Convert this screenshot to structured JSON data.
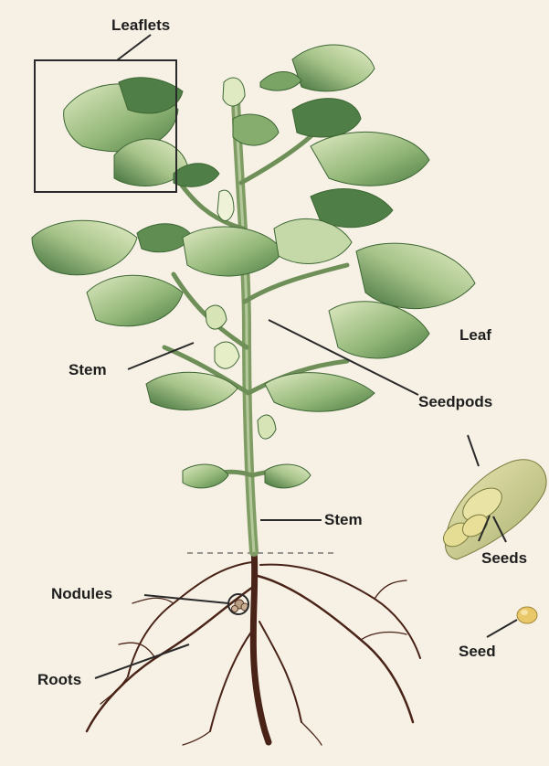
{
  "diagram": {
    "labels": {
      "leaflets": "Leaflets",
      "leaf": "Leaf",
      "stem_upper": "Stem",
      "seedpods": "Seedpods",
      "stem_lower": "Stem",
      "nodules": "Nodules",
      "seeds": "Seeds",
      "roots": "Roots",
      "seed": "Seed"
    },
    "colors": {
      "background": "#f6f1e4",
      "leaf_dark": "#4f7e46",
      "leaf_mid": "#86ad6e",
      "leaf_light": "#d9e6bf",
      "stem": "#7f9c64",
      "root": "#4a2318",
      "seedpod": "#d8d49a",
      "seed": "#e9c86a",
      "label_text": "#1e1e1e",
      "leader_line": "#2a2a2a"
    }
  }
}
